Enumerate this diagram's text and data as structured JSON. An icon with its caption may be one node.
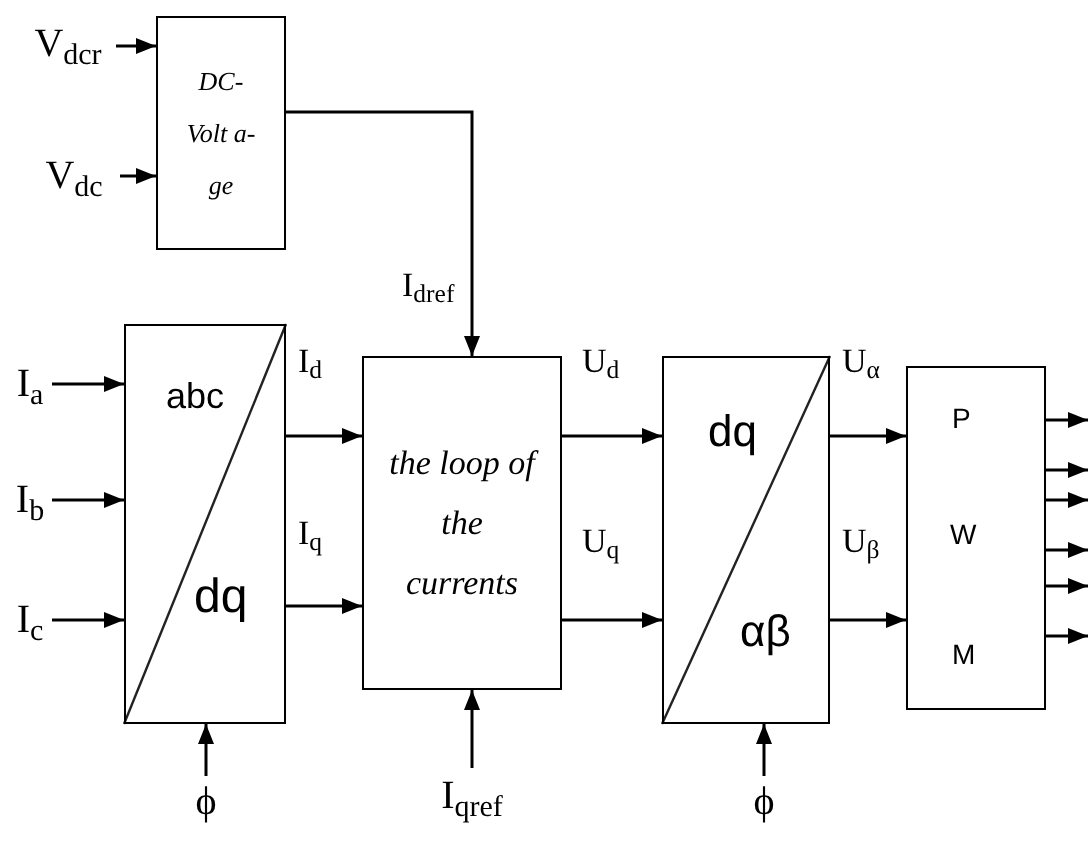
{
  "diagram": {
    "nodes": [
      {
        "text": [
          "DC- Volt a-ge"
        ]
      },
      {
        "text": [
          "abc",
          "dq"
        ]
      },
      {
        "text": [
          "the loop of the currents"
        ]
      },
      {
        "text": [
          "dq",
          "αβ"
        ]
      },
      {
        "text": [
          "P",
          "W",
          "M"
        ]
      },
      {
        "text": [
          "V$_{dcr}$"
        ]
      },
      {
        "text": [
          "V$_{dc}$"
        ]
      },
      {
        "text": [
          "I$_{a}$"
        ]
      },
      {
        "text": [
          "I$_{b}$"
        ]
      },
      {
        "text": [
          "I$_{c}$"
        ]
      },
      {
        "text": [
          "ϕ"
        ]
      },
      {
        "text": [
          "I$_{qref}$"
        ]
      },
      {
        "text": [
          "ϕ"
        ]
      }
    ],
    "edges": [
      {
        "from": 5,
        "to": 0,
        "arrow": "to"
      },
      {
        "from": 6,
        "to": 0,
        "arrow": "to"
      },
      {
        "from": 7,
        "to": 1,
        "arrow": "to"
      },
      {
        "from": 8,
        "to": 1,
        "arrow": "to"
      },
      {
        "from": 9,
        "to": 1,
        "arrow": "to"
      },
      {
        "from": 10,
        "to": 1,
        "arrow": "to"
      },
      {
        "from": 0,
        "to": 2,
        "arrow": "to",
        "label": "I$_{dref}$"
      },
      {
        "from": 1,
        "to": 2,
        "arrow": "to",
        "label": "I$_{d}$"
      },
      {
        "from": 1,
        "to": 2,
        "arrow": "to",
        "label": "I$_{q}$"
      },
      {
        "from": 11,
        "to": 2,
        "arrow": "to"
      },
      {
        "from": 2,
        "to": 3,
        "arrow": "to",
        "label": "U$_{d}$"
      },
      {
        "from": 2,
        "to": 3,
        "arrow": "to",
        "label": "U$_{q}$"
      },
      {
        "from": 12,
        "to": 3,
        "arrow": "to"
      },
      {
        "from": 3,
        "to": 4,
        "arrow": "to",
        "label": "U$_{α}$"
      },
      {
        "from": 3,
        "to": 4,
        "arrow": "to",
        "label": "U$_{β}$"
      },
      {
        "from": 4,
        "to": null,
        "arrow": "to"
      },
      {
        "from": 4,
        "to": null,
        "arrow": "to"
      },
      {
        "from": 4,
        "to": null,
        "arrow": "to"
      },
      {
        "from": 4,
        "to": null,
        "arrow": "to"
      },
      {
        "from": 4,
        "to": null,
        "arrow": "to"
      },
      {
        "from": 4,
        "to": null,
        "arrow": "to"
      }
    ]
  }
}
